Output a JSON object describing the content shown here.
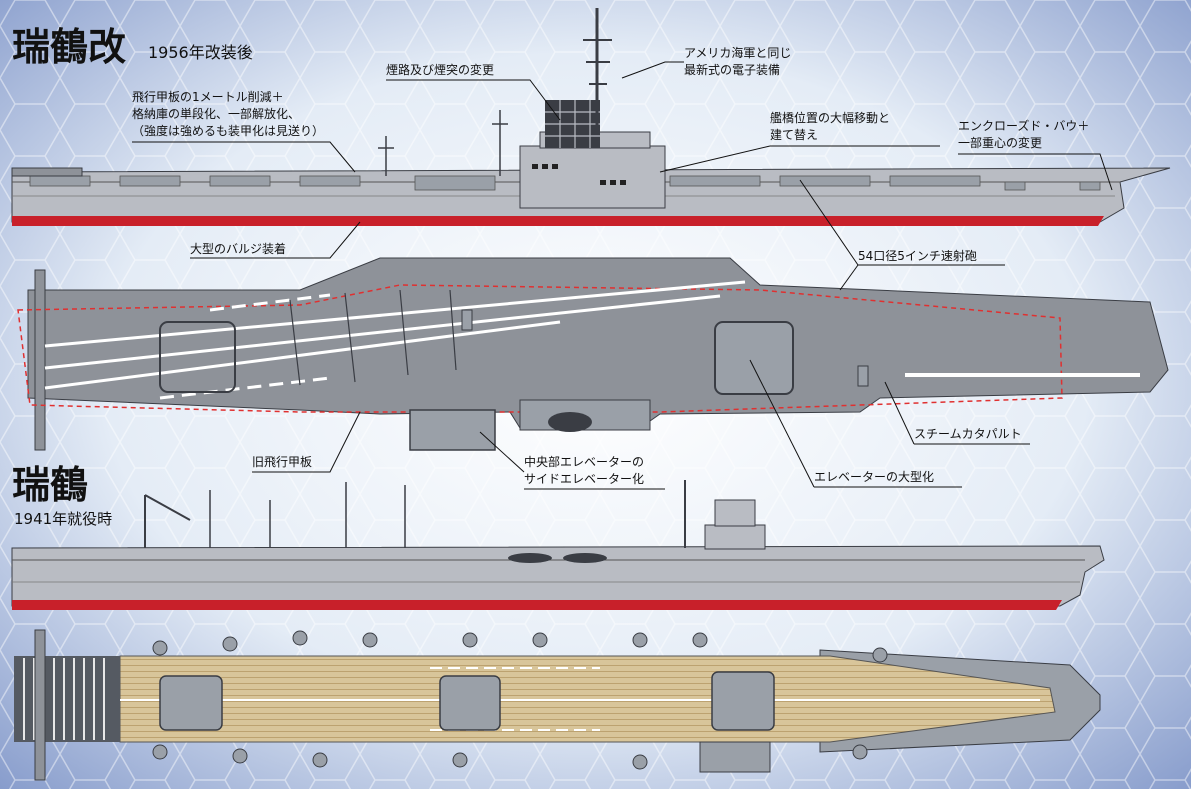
{
  "modern": {
    "name": "瑞鶴改",
    "year_note": "1956年改装後",
    "callouts": {
      "flight_deck": [
        "飛行甲板の1メートル削減＋",
        "格納庫の単段化、一部解放化、",
        "（強度は強めるも装甲化は見送り）"
      ],
      "funnel": "煙路及び煙突の変更",
      "electronics": [
        "アメリカ海軍と同じ",
        "最新式の電子装備"
      ],
      "bridge": [
        "艦橋位置の大幅移動と",
        "建て替え"
      ],
      "bow": [
        "エンクローズド・バウ＋",
        "一部重心の変更"
      ],
      "bulge": "大型のバルジ装着",
      "guns": "54口径5インチ速射砲",
      "catapult": "スチームカタパルト",
      "old_deck": "旧飛行甲板",
      "side_elevator": [
        "中央部エレベーターの",
        "サイドエレベーター化"
      ],
      "elevator_size": "エレベーターの大型化"
    }
  },
  "original": {
    "name": "瑞鶴",
    "year_note": "1941年就役時"
  },
  "colors": {
    "background": "#dbe6f3",
    "hull": "#b9bcc3",
    "deck": "#8e9299",
    "waterline": "#c8202a",
    "wood_deck": "#d8c59a",
    "dashed_outline": "#e03030"
  }
}
